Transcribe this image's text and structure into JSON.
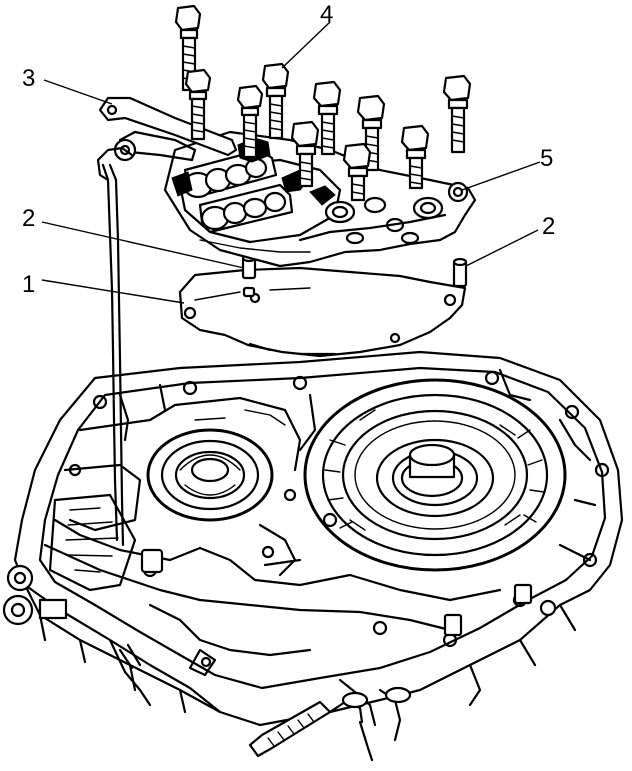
{
  "diagram": {
    "callouts": [
      {
        "id": "label-1",
        "text": "1"
      },
      {
        "id": "label-2-left",
        "text": "2"
      },
      {
        "id": "label-2-right",
        "text": "2"
      },
      {
        "id": "label-3",
        "text": "3"
      },
      {
        "id": "label-4",
        "text": "4"
      },
      {
        "id": "label-5",
        "text": "5"
      }
    ]
  }
}
